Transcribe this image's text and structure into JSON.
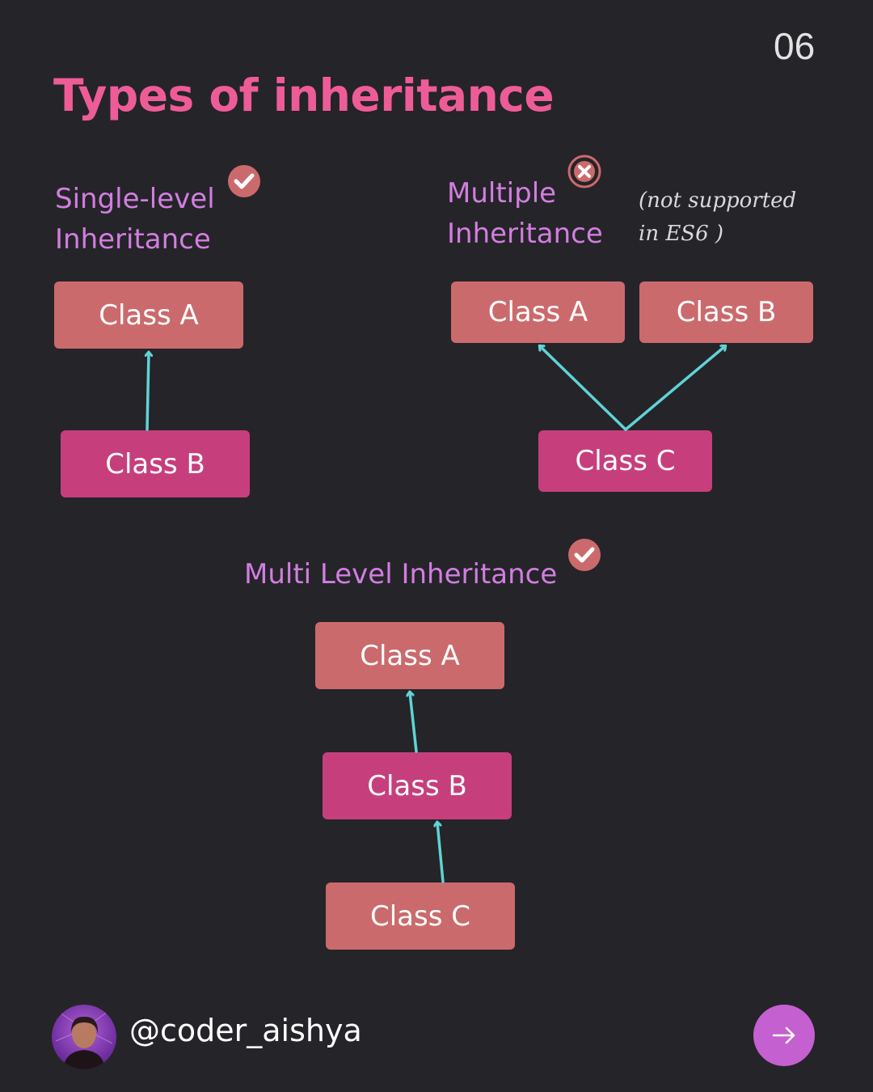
{
  "page_number": "06",
  "title": "Types of inheritance",
  "single": {
    "label_line1": "Single-level",
    "label_line2": "Inheritance",
    "parent": "Class A",
    "child": "Class B",
    "status_icon": "check-icon"
  },
  "multiple": {
    "label_line1": "Multiple",
    "label_line2": "Inheritance",
    "note_line1": "(not supported",
    "note_line2": "in ES6 )",
    "parent_a": "Class A",
    "parent_b": "Class B",
    "child": "Class C",
    "status_icon": "cross-icon"
  },
  "multilevel": {
    "label": "Multi Level Inheritance",
    "top": "Class A",
    "middle": "Class B",
    "bottom": "Class C",
    "status_icon": "check-icon"
  },
  "footer": {
    "handle": "@coder_aishya",
    "next_icon": "arrow-right-icon"
  },
  "colors": {
    "background": "#252429",
    "title": "#ee5c98",
    "label": "#d27ee0",
    "box_coral": "#cb6a6c",
    "box_magenta": "#c63f7c",
    "arrow": "#5fd3d6",
    "next_button": "#c560d0"
  }
}
